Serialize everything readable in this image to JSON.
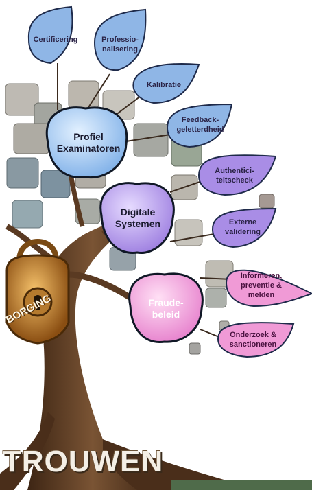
{
  "center_nodes": [
    {
      "lines": [
        "Profiel",
        "Examinatoren"
      ],
      "color": "#9ec9f2"
    },
    {
      "lines": [
        "Digitale",
        "Systemen"
      ],
      "color": "#b79bea"
    },
    {
      "lines": [
        "Fraude-",
        "beleid"
      ],
      "color": "#f39bd8"
    }
  ],
  "leaves": [
    {
      "lines": [
        "Certificering"
      ],
      "color": "#8fb6e6"
    },
    {
      "lines": [
        "Professio-",
        "nalisering"
      ],
      "color": "#8fb6e6"
    },
    {
      "lines": [
        "Kalibratie"
      ],
      "color": "#8fb6e6"
    },
    {
      "lines": [
        "Feedback-",
        "geletterdheid"
      ],
      "color": "#8fb6e6"
    },
    {
      "lines": [
        "Authentici-",
        "teitscheck"
      ],
      "color": "#a98de6"
    },
    {
      "lines": [
        "Externe",
        "validering"
      ],
      "color": "#a98de6"
    },
    {
      "lines": [
        "Informeren,",
        "preventie &",
        "melden"
      ],
      "color": "#f09ad6"
    },
    {
      "lines": [
        "Onderzoek &",
        "sanctioneren"
      ],
      "color": "#f09ad6"
    }
  ],
  "badge": {
    "label": "BORGING",
    "icon": "padlock-icon"
  },
  "footer": {
    "word": "TROUWEN"
  },
  "colors": {
    "trunk": "#5a3a22",
    "canopy": "#8a8f88",
    "ground": "#4f6b4a"
  }
}
